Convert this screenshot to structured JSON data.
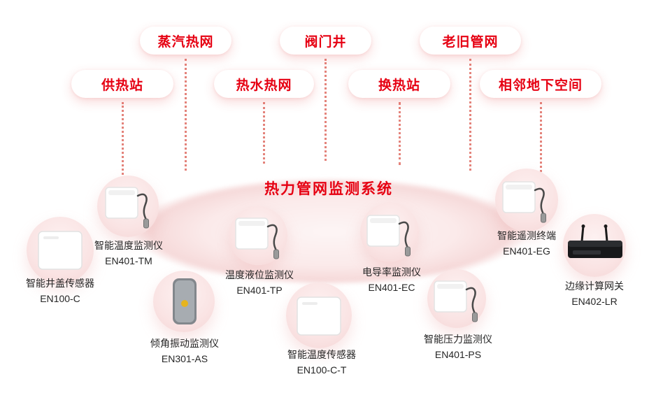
{
  "title": "热力管网监测系统",
  "pills": [
    {
      "label": "蒸汽热网"
    },
    {
      "label": "阀门井"
    },
    {
      "label": "老旧管网"
    },
    {
      "label": "供热站"
    },
    {
      "label": "热水热网"
    },
    {
      "label": "换热站"
    },
    {
      "label": "相邻地下空间"
    }
  ],
  "devices": [
    {
      "name": "智能井盖传感器",
      "model": "EN100-C",
      "icon": "manhole-sensor-box"
    },
    {
      "name": "智能温度监测仪",
      "model": "EN401-TM",
      "icon": "sensor-box-with-probe"
    },
    {
      "name": "倾角振动监测仪",
      "model": "EN301-AS",
      "icon": "tilt-vibration-device"
    },
    {
      "name": "温度液位监测仪",
      "model": "EN401-TP",
      "icon": "sensor-box-with-probe"
    },
    {
      "name": "智能温度传感器",
      "model": "EN100-C-T",
      "icon": "sensor-box"
    },
    {
      "name": "电导率监测仪",
      "model": "EN401-EC",
      "icon": "sensor-box-with-probe"
    },
    {
      "name": "智能压力监测仪",
      "model": "EN401-PS",
      "icon": "sensor-box-with-probe"
    },
    {
      "name": "智能遥测终端",
      "model": "EN401-EG",
      "icon": "sensor-box-with-probe"
    },
    {
      "name": "边缘计算网关",
      "model": "EN402-LR",
      "icon": "edge-gateway-router"
    }
  ],
  "colors": {
    "accent_red": "#e60012",
    "pill_background": "#ffffff",
    "halo_pink": "#f6dada",
    "dotted_line": "#e4837b",
    "label_text": "#262626"
  }
}
